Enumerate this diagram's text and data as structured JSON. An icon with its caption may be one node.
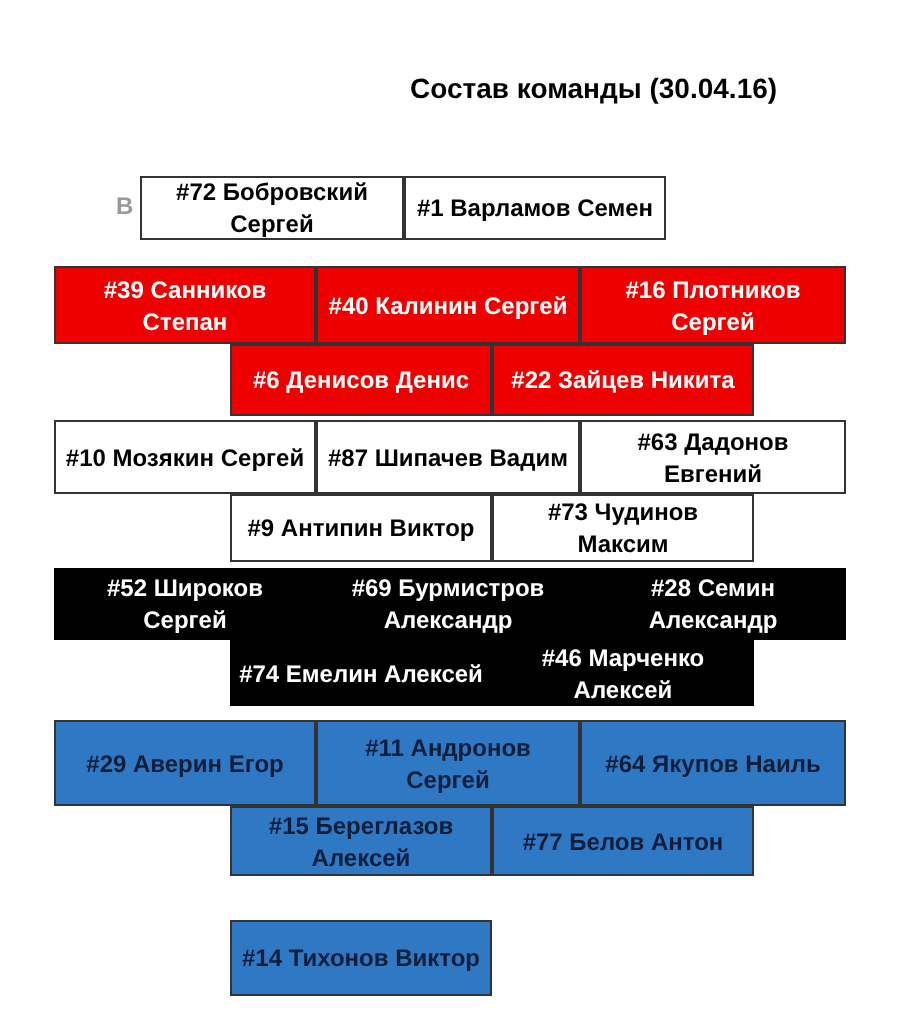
{
  "diagram": {
    "title": "Состав команды (30.04.16)",
    "nodes": [
      {
        "text": [
          "#72 Бобровский Сергей"
        ]
      },
      {
        "text": [
          "#1 Варламов Семен"
        ]
      },
      {
        "text": [
          "#39 Санников Степан"
        ]
      },
      {
        "text": [
          "#40 Калинин Сергей"
        ]
      },
      {
        "text": [
          "#16 Плотников Сергей"
        ]
      },
      {
        "text": [
          "#6 Денисов Денис"
        ]
      },
      {
        "text": [
          "#22 Зайцев Никита"
        ]
      },
      {
        "text": [
          "#10 Мозякин Сергей"
        ]
      },
      {
        "text": [
          "#87 Шипачев Вадим"
        ]
      },
      {
        "text": [
          "#63 Дадонов Евгений"
        ]
      },
      {
        "text": [
          "#9 Антипин Виктор"
        ]
      },
      {
        "text": [
          "#73 Чудинов Максим"
        ]
      },
      {
        "text": [
          "#52 Широков Сергей"
        ]
      },
      {
        "text": [
          "#69 Бурмистров Александр"
        ]
      },
      {
        "text": [
          "#28 Семин Александр"
        ]
      },
      {
        "text": [
          "#74 Емелин Алексей"
        ]
      },
      {
        "text": [
          "#46 Марченко Алексей"
        ]
      },
      {
        "text": [
          "#29 Аверин Егор"
        ]
      },
      {
        "text": [
          "#11 Андронов Сергей"
        ]
      },
      {
        "text": [
          "#64  Якупов Наиль"
        ]
      },
      {
        "text": [
          "#15 Береглазов Алексей"
        ]
      },
      {
        "text": [
          "#77 Белов Антон"
        ]
      },
      {
        "text": [
          "#14 Тихонов Виктор"
        ]
      }
    ],
    "labels": [
      "В"
    ]
  }
}
